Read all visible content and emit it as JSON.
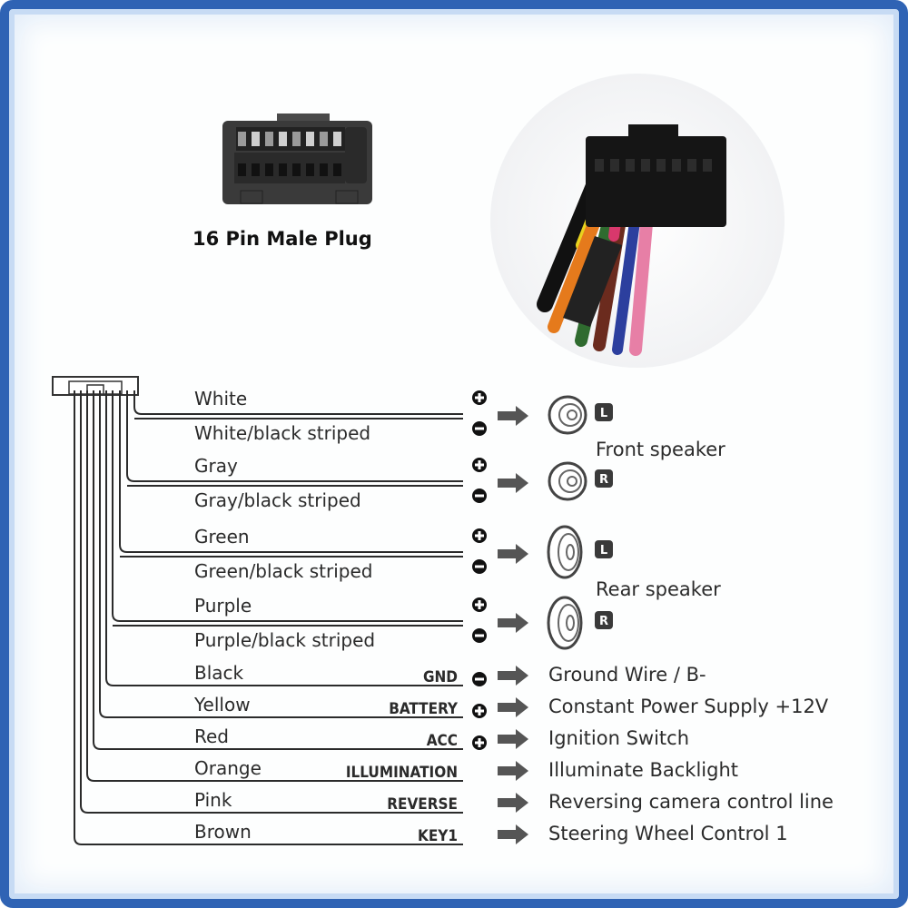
{
  "plug": {
    "caption": "16 Pin Male Plug"
  },
  "speaker_groups": [
    {
      "label": "Front speaker",
      "channels": [
        {
          "badge": "L",
          "positive_wire": "White",
          "negative_wire": "White/black striped"
        },
        {
          "badge": "R",
          "positive_wire": "Gray",
          "negative_wire": "Gray/black striped"
        }
      ]
    },
    {
      "label": "Rear speaker",
      "channels": [
        {
          "badge": "L",
          "positive_wire": "Green",
          "negative_wire": "Green/black striped"
        },
        {
          "badge": "R",
          "positive_wire": "Purple",
          "negative_wire": "Purple/black striped"
        }
      ]
    }
  ],
  "function_wires": [
    {
      "color": "Black",
      "function": "GND",
      "polarity": "negative",
      "description": "Ground Wire / B-"
    },
    {
      "color": "Yellow",
      "function": "BATTERY",
      "polarity": "positive",
      "description": "Constant Power Supply +12V"
    },
    {
      "color": "Red",
      "function": "ACC",
      "polarity": "positive",
      "description": "Ignition Switch"
    },
    {
      "color": "Orange",
      "function": "ILLUMINATION",
      "polarity": "",
      "description": "Illuminate Backlight"
    },
    {
      "color": "Pink",
      "function": "REVERSE",
      "polarity": "",
      "description": "Reversing camera control line"
    },
    {
      "color": "Brown",
      "function": "KEY1",
      "polarity": "",
      "description": "Steering Wheel Control 1"
    }
  ],
  "colors": {
    "frame": "#2f63b4",
    "ink": "#2b2b2b",
    "icon": "#555555",
    "plug_body": "#3a3a3a"
  },
  "icons": {
    "positive": "plus-circle-icon",
    "negative": "minus-circle-icon",
    "arrow": "arrow-right-icon",
    "speaker": "speaker-icon"
  }
}
